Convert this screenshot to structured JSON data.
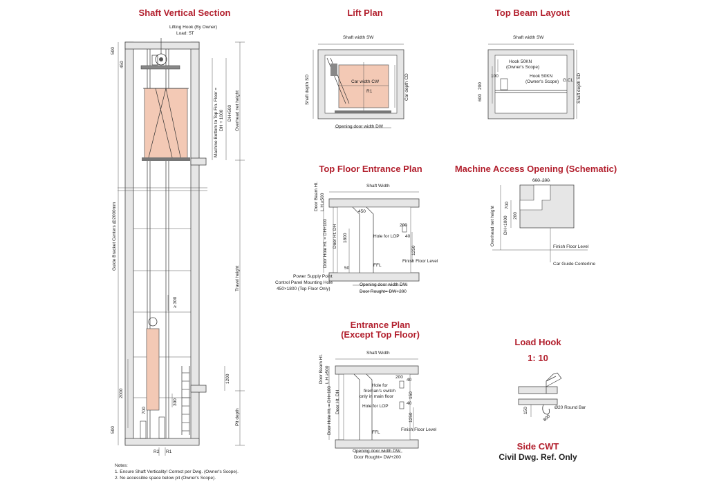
{
  "titles": {
    "shaft_vertical": "Shaft Vertical Section",
    "lift_plan": "Lift Plan",
    "top_beam": "Top Beam Layout",
    "top_floor_entrance": "Top Floor Entrance Plan",
    "machine_access": "Machine Access Opening (Schematic)",
    "entrance_plan_1": "Entrance Plan",
    "entrance_plan_2": "(Except Top Floor)",
    "load_hook": "Load Hook",
    "load_hook_scale": "1:  10",
    "side_cwt": "Side CWT",
    "civil_ref": "Civil Dwg. Ref. Only"
  },
  "shaft": {
    "lifting_hook": "Lifting Hook (By Owner)",
    "load": "Load: 5T",
    "dim_500_top": "500",
    "dim_450": "450",
    "machine_bottom": "Machine Bottom to Top Fin. Floor =",
    "dh_formula": "DH + 1000",
    "dh_500": "DH+500",
    "overhead": "Overhead net height",
    "guide_bracket": "Guide Bracket Centers @2000mm",
    "travel_height": "Travel height",
    "dim_300": "≥ 300",
    "dim_1200": "1200",
    "dim_2000": "2000",
    "dim_700": "700",
    "dim_300b": "300",
    "pit_depth": "Pit depth",
    "dim_500_bottom": "500",
    "r2": "R2",
    "r1": "R1"
  },
  "lift_plan": {
    "shaft_width": "Shaft width SW",
    "shaft_depth": "Shaft depth SD",
    "car_width": "Car width CW",
    "car_depth": "Car depth CD",
    "r1": "R1",
    "opening": "Opening door width DW"
  },
  "top_beam": {
    "shaft_width": "Shaft width SW",
    "hook1": "Hook 50KN",
    "hook1_scope": "(Owner's Scope)",
    "hook2": "Hook 50KN",
    "hook2_scope": "(Owner's Scope)",
    "dim_100": "100",
    "dim_600": "600",
    "dim_200": "200",
    "g_cl": "G.CL",
    "shaft_depth": "Shaft depth SD"
  },
  "top_floor": {
    "shaft_width": "Shaft Width",
    "door_beam": "Door Beam Ht.",
    "lh": "L.H.≥500",
    "door_hole": "Door Hole Ht. = DH+100",
    "door_ht": "Door Ht. DH",
    "dim_450": "450",
    "dim_200": "200",
    "dim_1800": "1800",
    "hole_lop": "Hole for LOP",
    "dim_40": "40",
    "dim_1250": "1250",
    "finish_floor": "Finish Floor Level",
    "ffl": "FFL",
    "dim_50": "50",
    "power_supply": "Power Supply Point",
    "control_panel": "Control Panel Mounting Hole",
    "control_size": "450×1800 (Top Floor Only)",
    "opening": "Opening door width DW",
    "door_rough": "Door Rought= DW+200"
  },
  "machine_access": {
    "dim_600": "600",
    "dim_200a": "200",
    "dim_700": "700",
    "dim_200b": "200",
    "overhead": "Overhead net height",
    "dh_1000": "DH+1000",
    "finish_floor": "Finish Floor Level",
    "car_guide": "Car Guide Centerline"
  },
  "entrance": {
    "shaft_width": "Shaft Width",
    "door_beam": "Door Beam Ht.",
    "lh": "L.H.≥500",
    "door_hole": "Door Hole Ht. = DH+100",
    "door_ht": "Door Ht. DH",
    "dim_200": "200",
    "dim_40a": "40",
    "hole_fire_1": "Hole for",
    "hole_fire_2": "fireman's switch",
    "hole_fire_3": "only in main floor",
    "dim_150": "150",
    "hole_lop": "Hole for LOP",
    "dim_40b": "40",
    "dim_1250": "1250",
    "finish_floor": "Finish Floor Level",
    "ffl": "FFL",
    "opening": "Opening door width DW",
    "door_rough": "Door Rought= DW+200"
  },
  "load_hook": {
    "round_bar": "Ø20 Round Bar",
    "dim_150": "150",
    "dim_800": "800"
  },
  "notes": {
    "heading": "Notes:",
    "n1": "1. Ensure Shaft Verticality! Correct per Dwg. (Owner's Scope).",
    "n2": "2. No accessible space below pit (Owner's Scope)."
  },
  "colors": {
    "title_red": "#b21f2d",
    "car_fill": "#f3c9b5",
    "wall_fill": "#e6e6e6"
  }
}
